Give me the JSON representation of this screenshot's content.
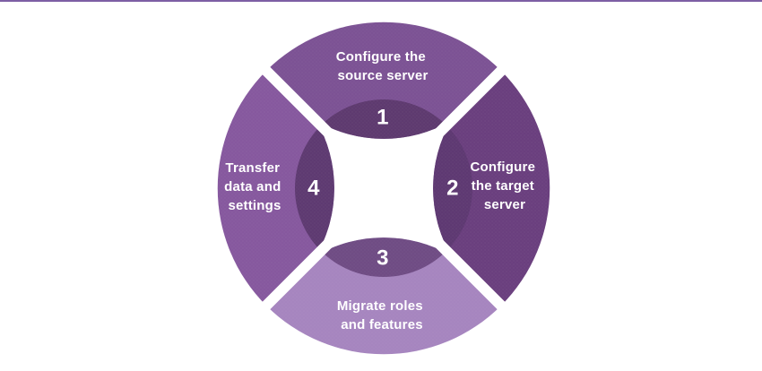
{
  "page": {
    "top_border_color": "#7d5fa4",
    "background_color": "#ffffff",
    "text_color": "#ffffff"
  },
  "diagram": {
    "kind": "4-step-cycle",
    "steps": [
      {
        "number": "1",
        "label_lines": [
          "Configure the",
          "source server"
        ],
        "petal_color": "#7c5294",
        "badge_color": "#5e3a6f"
      },
      {
        "number": "2",
        "label_lines": [
          "Configure",
          "the target",
          "server"
        ],
        "petal_color": "#6a3f7e",
        "badge_color": "#5e3972"
      },
      {
        "number": "3",
        "label_lines": [
          "Migrate roles",
          "and features"
        ],
        "petal_color": "#a685bf",
        "badge_color": "#6f4c84"
      },
      {
        "number": "4",
        "label_lines": [
          "Transfer",
          "data and",
          "settings"
        ],
        "petal_color": "#86589e",
        "badge_color": "#5e3a71"
      }
    ]
  }
}
